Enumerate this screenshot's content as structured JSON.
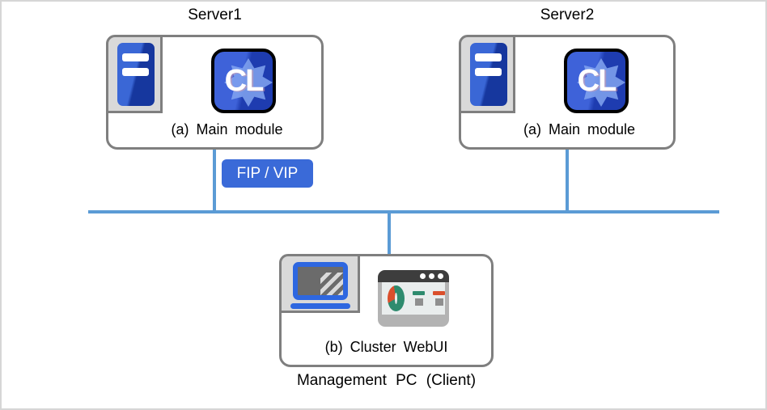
{
  "diagram": {
    "server1": {
      "title": "Server1",
      "module_label": "(a) Main module"
    },
    "server2": {
      "title": "Server2",
      "module_label": "(a) Main module"
    },
    "management_pc": {
      "module_label": "(b) Cluster WebUI",
      "caption": "Management PC (Client)"
    },
    "badge": {
      "label": "FIP / VIP"
    },
    "cl_icon": {
      "text": "CL"
    },
    "colors": {
      "network_line": "#5b9bd5",
      "box_border": "#7f7f7f",
      "badge_blue": "#3a6ad8",
      "server_blue_light": "#3a67d6",
      "server_blue_dark": "#16379e",
      "cl_gear_blue": "#82a4f0",
      "laptop_blue": "#2e67e0",
      "browser_gray": "#b3b3b3",
      "browser_header": "#3d3d3d",
      "chart_teal": "#2e8b6e",
      "chart_red": "#da4f2c"
    }
  }
}
